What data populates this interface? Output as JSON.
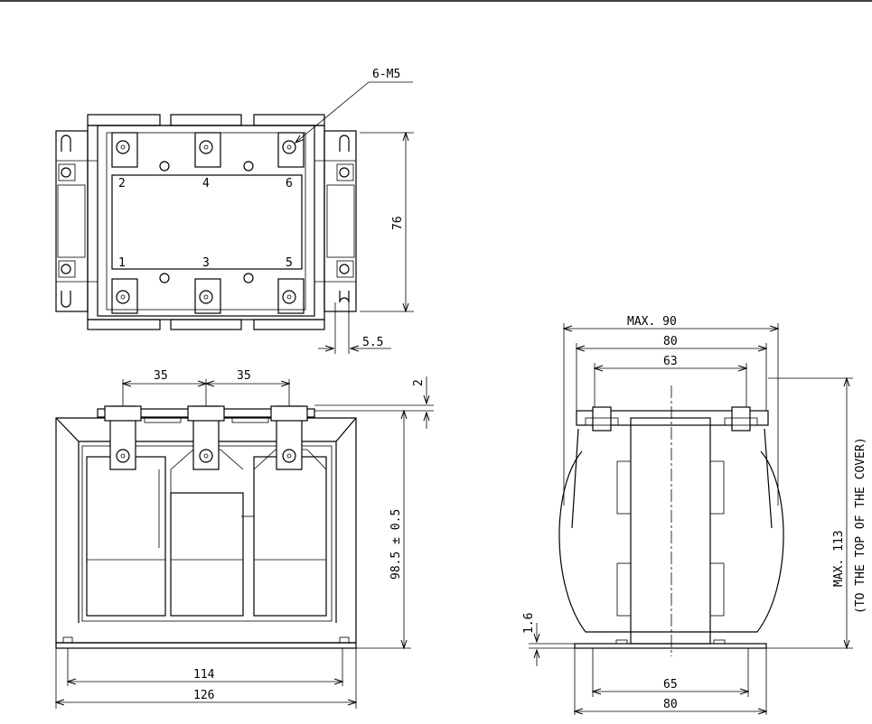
{
  "top_view": {
    "callout": "6-M5",
    "terminals": [
      "2",
      "4",
      "6",
      "1",
      "3",
      "5"
    ],
    "dim_height": "76",
    "dim_slot": "5.5"
  },
  "front_view": {
    "dim_pitch_1": "35",
    "dim_pitch_2": "35",
    "dim_plate": "2",
    "dim_height": "98.5 ± 0.5",
    "dim_inner_width": "114",
    "dim_outer_width": "126"
  },
  "side_view": {
    "dim_max_width": "MAX. 90",
    "dim_width": "80",
    "dim_terminal": "63",
    "dim_base_thickness": "1.6",
    "dim_max_height": "MAX. 113",
    "note_height": "(TO THE TOP OF THE COVER)",
    "dim_base_inner": "65",
    "dim_base_outer": "80"
  }
}
